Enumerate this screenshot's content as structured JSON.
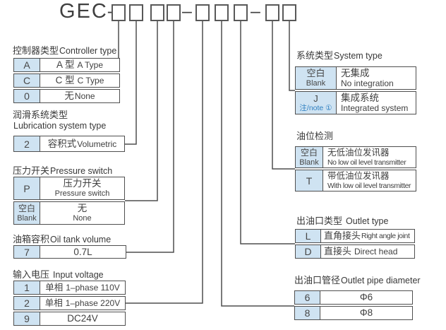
{
  "colors": {
    "key_cell_bg": "#cfe3f2",
    "line_gray": "#4f4f4f",
    "note_blue": "#2e7fc0",
    "text": "#3b3b3b"
  },
  "header": {
    "code_prefix": "GEC–",
    "group_separator_1": "–",
    "group_separator_2": "–"
  },
  "left_tables": {
    "controller": {
      "title_zh": "控制器类型",
      "title_en": "Controller type",
      "rows": [
        {
          "key": "A",
          "zh": "A 型",
          "en": "A Type"
        },
        {
          "key": "C",
          "zh": "C 型",
          "en": "C Type"
        },
        {
          "key": "0",
          "zh": "无",
          "en": "None"
        }
      ]
    },
    "lubrication": {
      "title_zh": "润滑系统类型",
      "title_en": "Lubrication system type",
      "rows": [
        {
          "key": "2",
          "zh": "容积式",
          "en": "Volumetric"
        }
      ]
    },
    "pressure_switch": {
      "title_zh": "压力开关",
      "title_en": "Pressure switch",
      "rows": [
        {
          "key": "P",
          "zh": "压力开关",
          "en": "Pressure switch"
        },
        {
          "key_zh": "空白",
          "key_en": "Blank",
          "zh": "无",
          "en": "None"
        }
      ]
    },
    "tank_volume": {
      "title_zh": "油箱容积",
      "title_en": "Oil tank volume",
      "rows": [
        {
          "key": "7",
          "value": "0.7L"
        }
      ]
    },
    "input_voltage": {
      "title_zh": "输入电压",
      "title_en": "Input voltage",
      "rows": [
        {
          "key": "1",
          "zh": "单相",
          "en": "1–phase 110V"
        },
        {
          "key": "2",
          "zh": "单相",
          "en": "1–phase 220V"
        },
        {
          "key": "9",
          "value": "DC24V"
        }
      ]
    }
  },
  "right_tables": {
    "system_type": {
      "title_zh": "系统类型",
      "title_en": "System type",
      "rows": [
        {
          "key_zh": "空白",
          "key_en": "Blank",
          "zh": "无集成",
          "en": "No integration"
        },
        {
          "key": "J",
          "key_note": "注/note ①",
          "zh": "集成系统",
          "en": "Integrated system"
        }
      ]
    },
    "oil_level": {
      "title_zh": "油位检测",
      "rows": [
        {
          "key_zh": "空白",
          "key_en": "Blank",
          "zh": "无低油位发讯器",
          "en": "No low oil level transmitter"
        },
        {
          "key": "T",
          "zh": "带低油位发讯器",
          "en": "With low oil level transmitter"
        }
      ]
    },
    "outlet_type": {
      "title_zh": "出油口类型",
      "title_en": "Outlet type",
      "rows": [
        {
          "key": "L",
          "zh": "直角接头",
          "en": "Right angle joint"
        },
        {
          "key": "D",
          "zh": "直接头",
          "en": "Direct head"
        }
      ]
    },
    "pipe_diameter": {
      "title_zh": "出油口管径",
      "title_en": "Outlet pipe diameter",
      "rows": [
        {
          "key": "6",
          "value": "Φ6"
        },
        {
          "key": "8",
          "value": "Φ8"
        }
      ]
    }
  }
}
